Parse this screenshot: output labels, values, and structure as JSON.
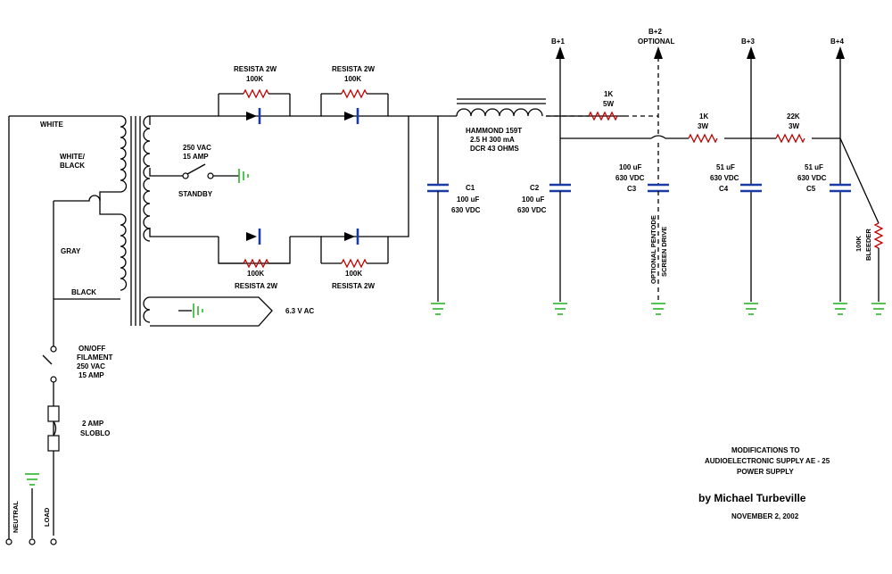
{
  "labels": {
    "white": "WHITE",
    "white_black": "WHITE/",
    "white_black2": "BLACK",
    "gray": "GRAY",
    "black": "BLACK",
    "standby_rating1": "250 VAC",
    "standby_rating2": "15 AMP",
    "standby": "STANDBY",
    "heater": "6.3 V AC",
    "filament1": "ON/OFF",
    "filament2": "FILAMENT",
    "filament3": "250 VAC",
    "filament4": "15 AMP",
    "fuse1": "2 AMP",
    "fuse2": "SLOBLO",
    "neutral": "NEUTRAL",
    "load": "LOAD",
    "resista_top1": "RESISTA 2W",
    "resista_top1_val": "100K",
    "resista_top2": "RESISTA 2W",
    "resista_top2_val": "100K",
    "resista_bot1_val": "100K",
    "resista_bot1": "RESISTA 2W",
    "resista_bot2_val": "100K",
    "resista_bot2": "RESISTA 2W",
    "choke1": "HAMMOND 159T",
    "choke2": "2.5 H  300 mA",
    "choke3": "DCR  43 OHMS",
    "c1_name": "C1",
    "c1_val": "100 uF",
    "c1_v": "630 VDC",
    "c2_name": "C2",
    "c2_val": "100 uF",
    "c2_v": "630 VDC",
    "c3_val": "100 uF",
    "c3_v": "630 VDC",
    "c3_name": "C3",
    "c4_val": "51 uF",
    "c4_v": "630 VDC",
    "c4_name": "C4",
    "c5_val": "51 uF",
    "c5_v": "630 VDC",
    "c5_name": "C5",
    "b1": "B+1",
    "b2a": "B+2",
    "b2b": "OPTIONAL",
    "b3": "B+3",
    "b4": "B+4",
    "r1k5_val": "1K",
    "r1k5_w": "5W",
    "r1k3_val": "1K",
    "r1k3_w": "3W",
    "r22k_val": "22K",
    "r22k_w": "3W",
    "pentode1": "OPTIONAL PENTODE",
    "pentode2": "SCREEN DRIVE",
    "bleeder1": "100K",
    "bleeder2": "BLEEDER",
    "title1": "MODIFICATIONS TO",
    "title2": "AUDIOELECTRONIC SUPPLY AE - 25",
    "title3": "POWER SUPPLY",
    "author": "by Michael  Turbeville",
    "date": "NOVEMBER 2, 2002"
  },
  "colors": {
    "wire": "#000000",
    "resistor": "#c00000",
    "capacitor": "#1a3aa6",
    "ground": "#2ab52a"
  }
}
